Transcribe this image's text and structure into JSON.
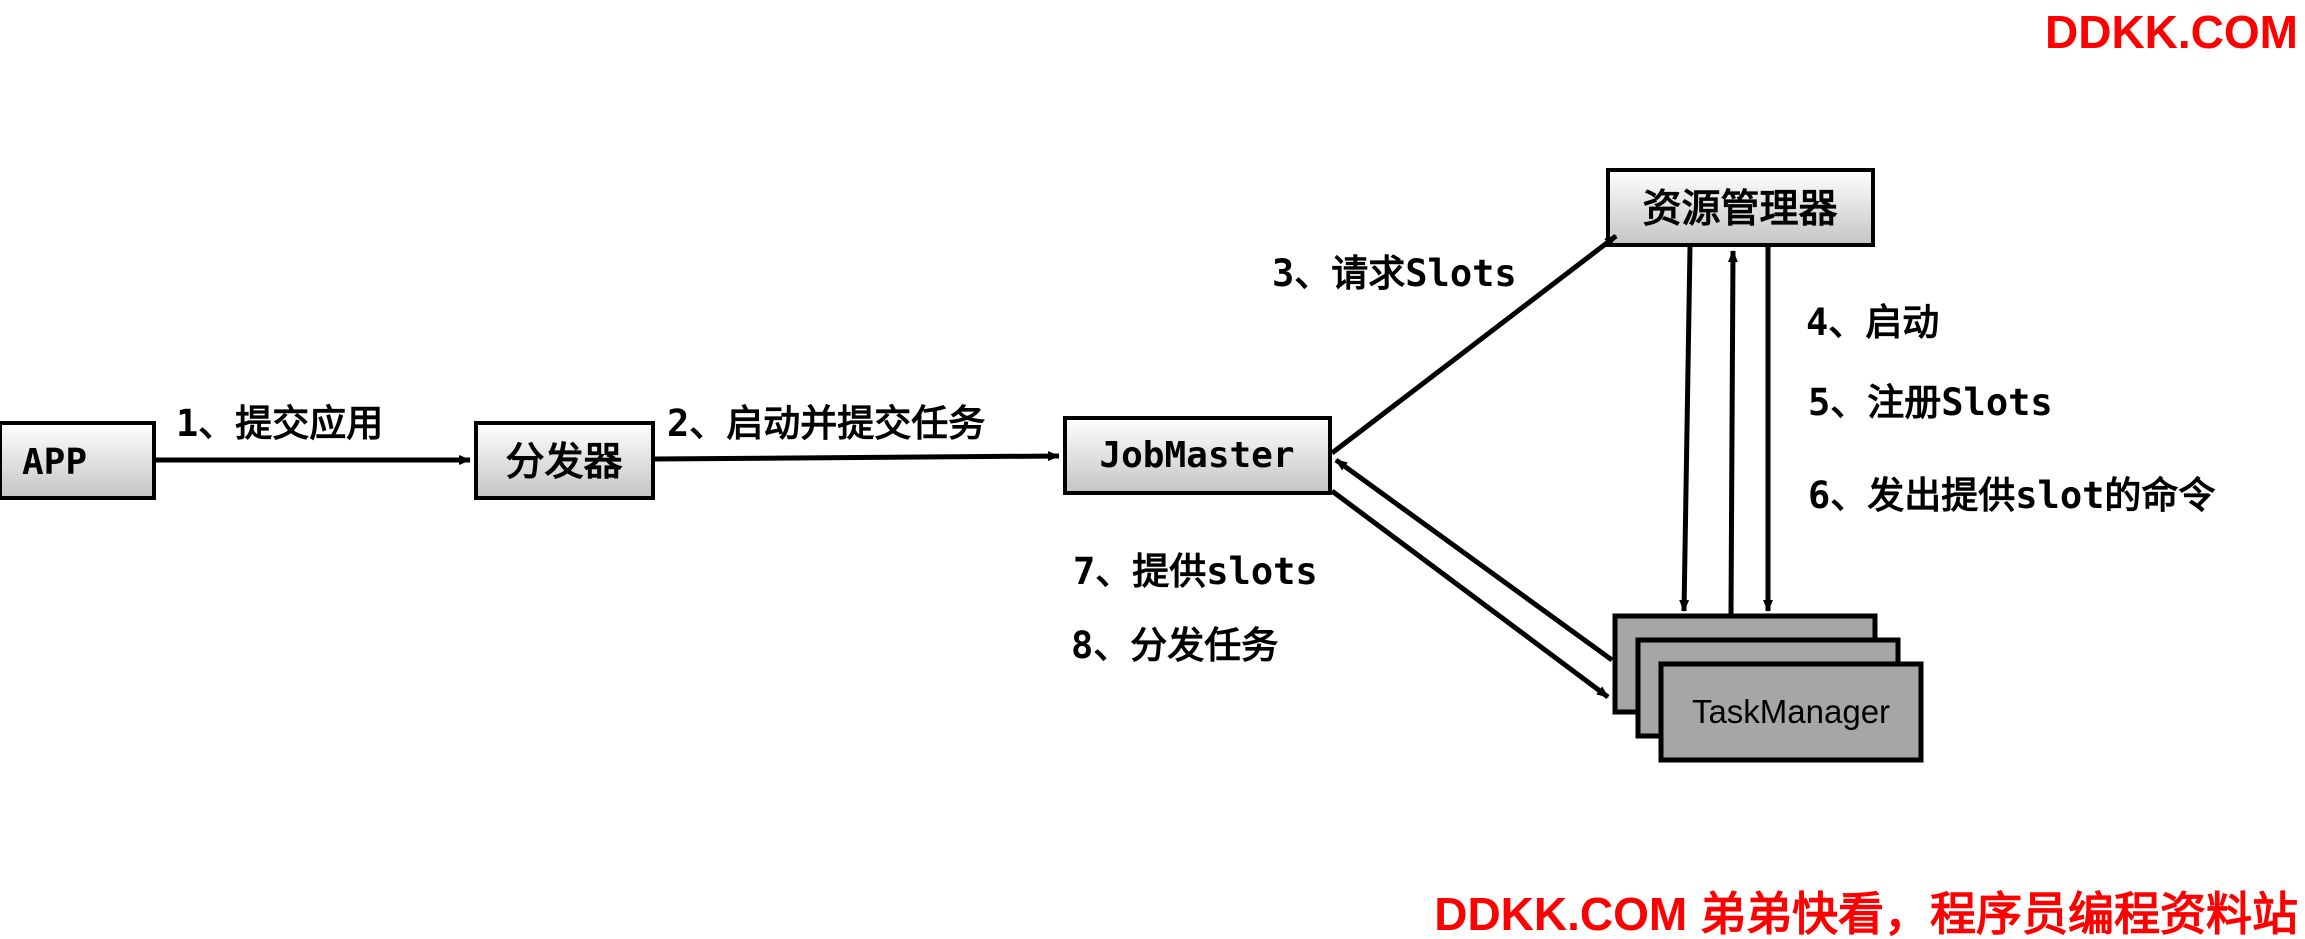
{
  "watermark_top": "DDKK.COM",
  "watermark_bottom": "DDKK.COM 弟弟快看，程序员编程资料站",
  "nodes": {
    "app": "APP",
    "dispatcher": "分发器",
    "jobmaster": "JobMaster",
    "resource_manager": "资源管理器",
    "task_manager": "TaskManager"
  },
  "edges": {
    "submit_app": "1、提交应用",
    "start_submit_task": "2、启动并提交任务",
    "request_slots": "3、请求Slots",
    "start": "4、启动",
    "register_slots": "5、注册Slots",
    "issue_slot_command": "6、发出提供slot的命令",
    "provide_slots": "7、提供slots",
    "distribute_tasks": "8、分发任务"
  },
  "colors": {
    "watermark": "#ff0000",
    "box_gradient_top": "#ffffff",
    "box_gradient_bottom": "#c8c8c8",
    "task_manager_fill": "#a6a6a6",
    "stroke": "#000000"
  }
}
